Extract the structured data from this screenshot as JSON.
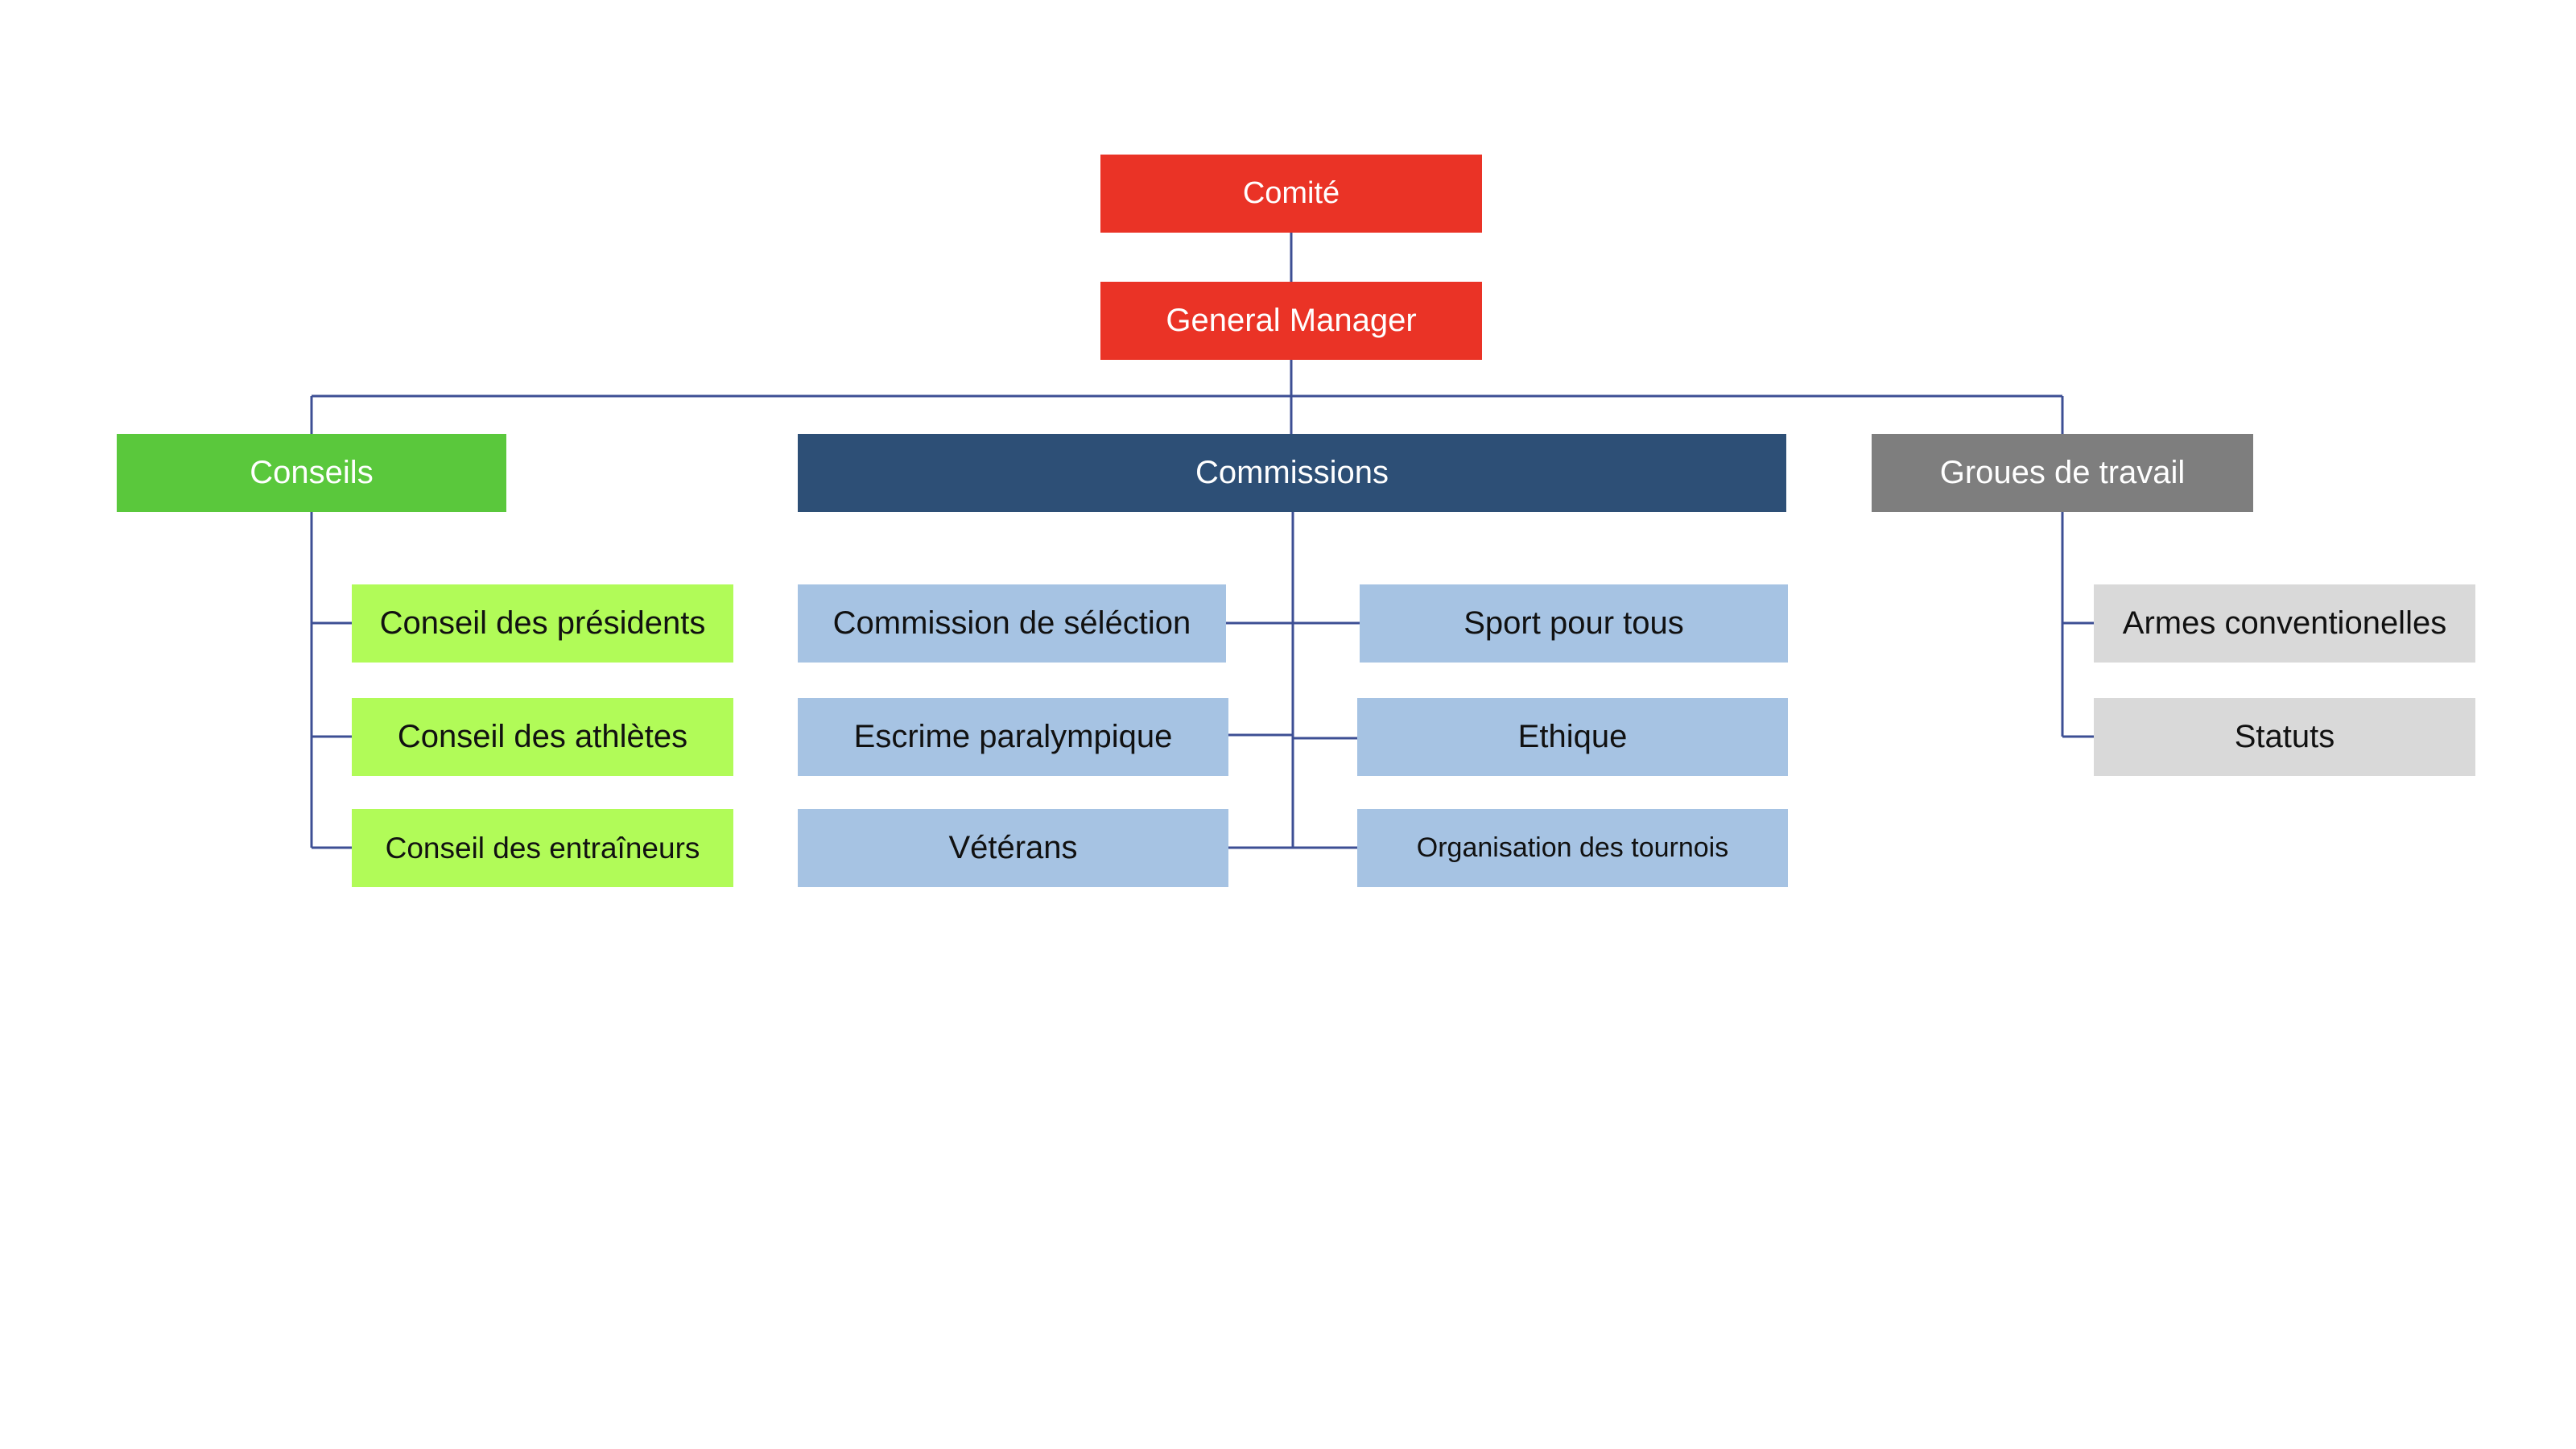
{
  "colors": {
    "top": "#ea3326",
    "conseils_header": "#5ac83c",
    "conseils_item": "#b1fb58",
    "commissions_header": "#2d4f76",
    "commissions_item": "#a6c3e3",
    "groups_header": "#7e7e7e",
    "groups_item": "#d9d9d9",
    "connector": "#3d4f94"
  },
  "top": {
    "comite": "Comité",
    "general_manager": "General Manager"
  },
  "conseils": {
    "title": "Conseils",
    "items": [
      "Conseil des présidents",
      "Conseil des athlètes",
      "Conseil des entraîneurs"
    ]
  },
  "commissions": {
    "title": "Commissions",
    "left_items": [
      "Commission de séléction",
      "Escrime paralympique",
      "Vétérans"
    ],
    "right_items": [
      "Sport pour tous",
      "Ethique",
      "Organisation des tournois"
    ]
  },
  "groups": {
    "title": "Groues de travail",
    "items": [
      "Armes conventionelles",
      "Statuts"
    ]
  }
}
